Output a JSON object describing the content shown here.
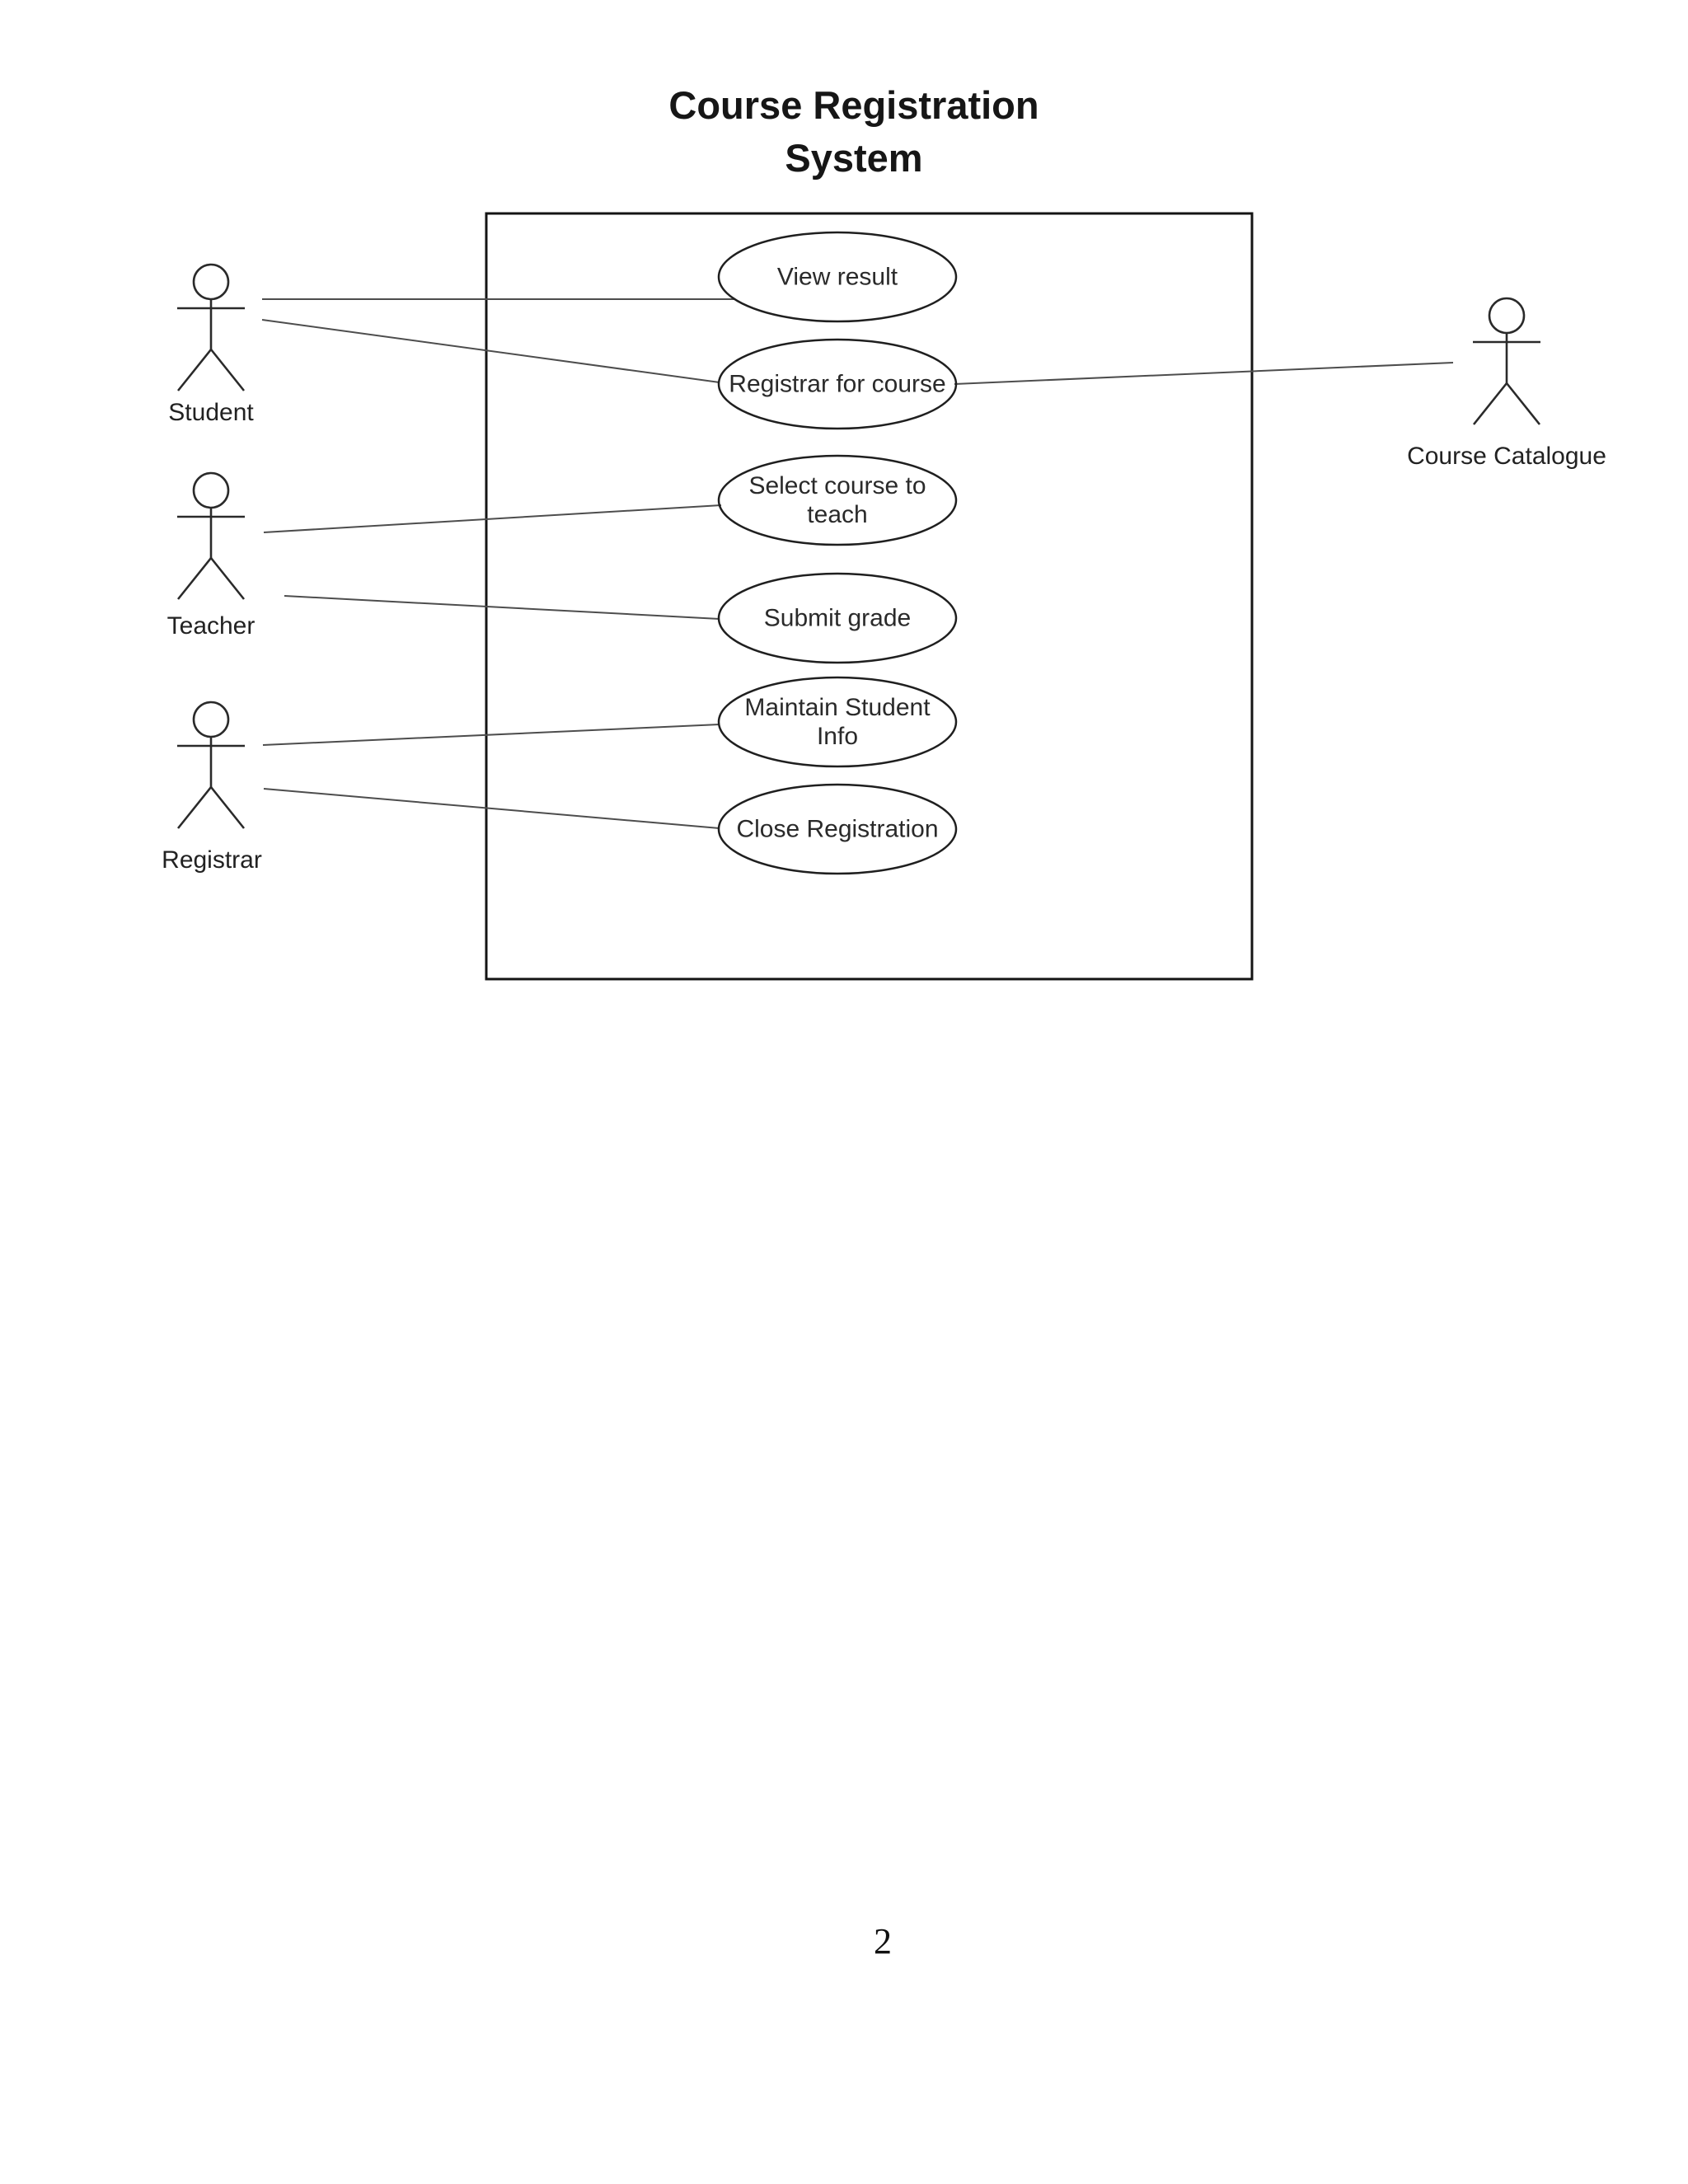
{
  "title": {
    "line1": "Course Registration",
    "line2": "System"
  },
  "actors": [
    {
      "id": "student",
      "label": "Student"
    },
    {
      "id": "teacher",
      "label": "Teacher"
    },
    {
      "id": "registrar",
      "label": "Registrar"
    },
    {
      "id": "course-catalogue",
      "label": "Course Catalogue"
    }
  ],
  "use_cases": [
    {
      "id": "view-result",
      "label": "View result"
    },
    {
      "id": "registrar-for-course",
      "label": "Registrar for course"
    },
    {
      "id": "select-course-to-teach",
      "label": "Select course to teach"
    },
    {
      "id": "submit-grade",
      "label": "Submit grade"
    },
    {
      "id": "maintain-student-info",
      "label": "Maintain Student Info"
    },
    {
      "id": "close-registration",
      "label": "Close Registration"
    }
  ],
  "associations": [
    {
      "from": "Student",
      "to": "View result"
    },
    {
      "from": "Student",
      "to": "Registrar for course"
    },
    {
      "from": "Registrar for course",
      "to": "Course Catalogue"
    },
    {
      "from": "Teacher",
      "to": "Select course to teach"
    },
    {
      "from": "Teacher",
      "to": "Submit grade"
    },
    {
      "from": "Registrar",
      "to": "Maintain Student Info"
    },
    {
      "from": "Registrar",
      "to": "Close Registration"
    }
  ],
  "page_number": "2"
}
